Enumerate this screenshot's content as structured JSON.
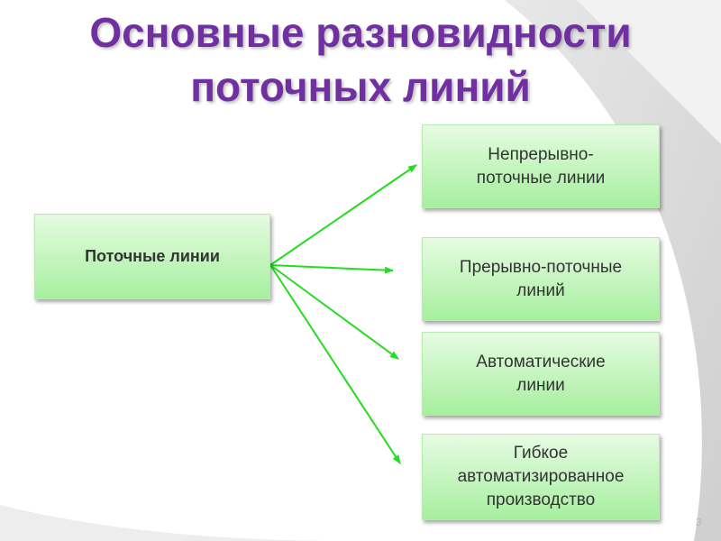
{
  "title": {
    "line1": "Основные разновидности",
    "line2": "поточных линий"
  },
  "diagram": {
    "source": {
      "label": "Поточные линии"
    },
    "targets": [
      {
        "line1": "Непрерывно-",
        "line2": "поточные линии"
      },
      {
        "line1": "Прерывно-поточные",
        "line2": "линий"
      },
      {
        "line1": "Автоматические",
        "line2": "линии"
      },
      {
        "line1": "Гибкое",
        "line2": "автоматизированное",
        "line3": "производство"
      }
    ]
  },
  "colors": {
    "title": "#7030a0",
    "arrow": "#22dd22",
    "box_top": "#e6fbe2",
    "box_bottom": "#a6ef9e"
  },
  "footer": {
    "page_number": "3"
  }
}
